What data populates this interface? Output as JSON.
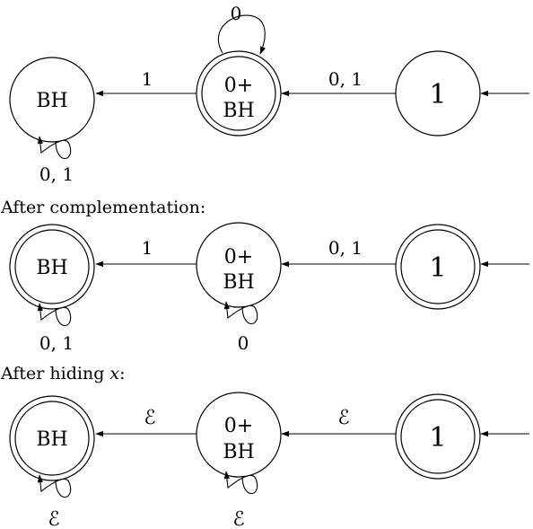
{
  "diagram": {
    "section_1": {
      "caption": "",
      "state_left": "BH",
      "state_middle_line1": "0+",
      "state_middle_line2": "BH",
      "state_right": "1",
      "edge_middle_to_left": "1",
      "edge_right_to_middle": "0, 1",
      "loop_middle": "0",
      "loop_left": "0, 1"
    },
    "section_2": {
      "caption": "After complementation:",
      "state_left": "BH",
      "state_middle_line1": "0+",
      "state_middle_line2": "BH",
      "state_right": "1",
      "edge_middle_to_left": "1",
      "edge_right_to_middle": "0, 1",
      "loop_left": "0, 1",
      "loop_middle": "0"
    },
    "section_3": {
      "caption_prefix": "After hiding ",
      "caption_var": "x",
      "caption_suffix": ":",
      "state_left": "BH",
      "state_middle_line1": "0+",
      "state_middle_line2": "BH",
      "state_right": "1",
      "edge_middle_to_left": "ℰ",
      "edge_right_to_middle": "ℰ",
      "loop_left": "ℰ",
      "loop_middle": "ℰ"
    }
  }
}
